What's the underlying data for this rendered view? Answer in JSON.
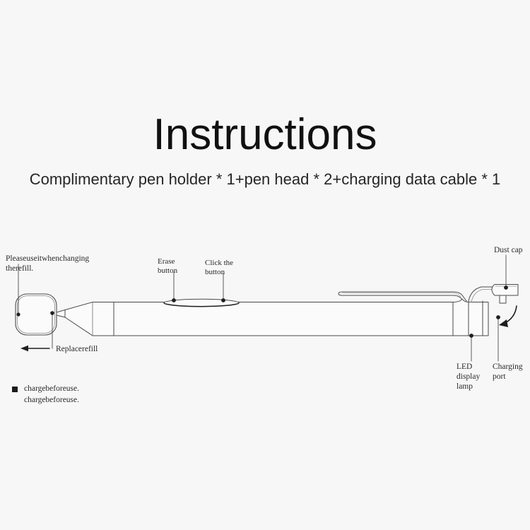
{
  "page": {
    "background_color": "#f7f7f7",
    "title": "Instructions",
    "subtitle": "Complimentary pen holder * 1+pen head * 2+charging data cable * 1"
  },
  "diagram": {
    "name": "stylus-pen-exploded-diagram",
    "line_color": "#4a4a4a",
    "fill_color": "#fbfbfb",
    "labels": {
      "pen_holder": "Pleaseuseitwhenchanging\ntherefill.",
      "replace_refill": "Replacerefill",
      "erase_button": "Erase\nbutton",
      "click_button": "Click the\nbutton",
      "dust_cap": "Dust cap",
      "led_lamp": "LED\ndisplay\nlamp",
      "charging_port": "Charging\nport"
    }
  },
  "footnote": {
    "bullet": "square-bullet",
    "text": "chargebeforeuse.\nchargebeforeuse."
  }
}
